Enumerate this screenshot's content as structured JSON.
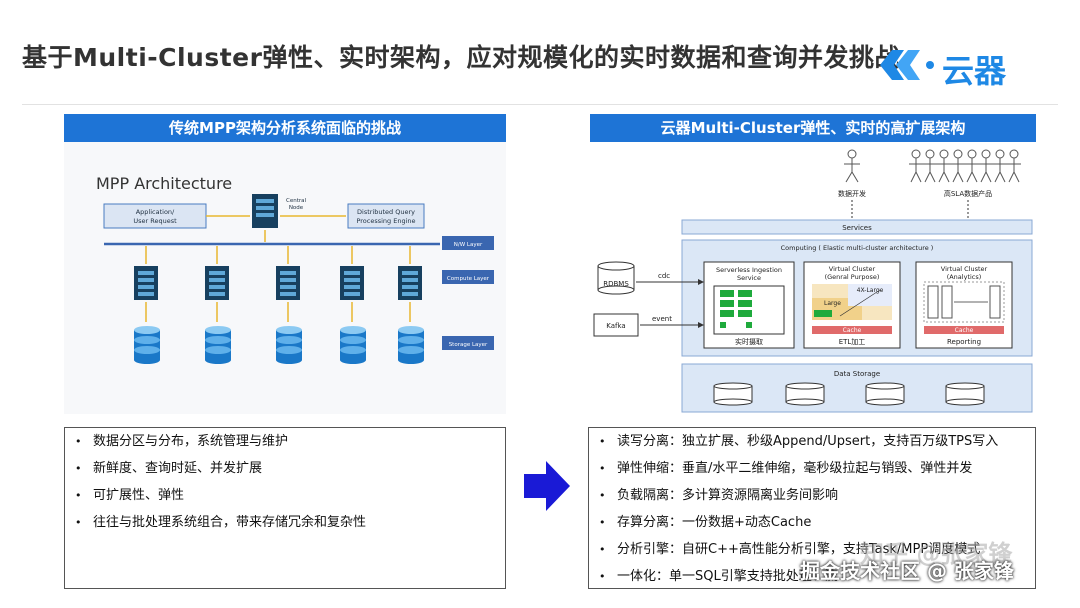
{
  "slide": {
    "title": "基于Multi-Cluster弹性、实时架构，应对规模化的实时数据和查询并发挑战",
    "logo_text": "云器"
  },
  "left": {
    "banner": "传统MPP架构分析系统面临的挑战",
    "diagram": {
      "heading": "MPP Architecture",
      "app_request": "Application/ User Request",
      "central_node": "Central Node",
      "distributed_engine": "Distributed Query Processing Engine",
      "nw_layer": "N/W Layer",
      "compute_layer": "Compute Layer",
      "storage_layer": "Storage Layer"
    },
    "bullets": [
      "数据分区与分布，系统管理与维护",
      "新鲜度、查询时延、并发扩展",
      "可扩展性、弹性",
      "往往与批处理系统组合，带来存储冗余和复杂性"
    ]
  },
  "right": {
    "banner": "云器Multi-Cluster弹性、实时的高扩展架构",
    "diagram": {
      "user_dev": "数据开发",
      "user_sla": "高SLA数据产品",
      "services": "Services",
      "computing": "Computing ( Elastic multi-cluster architecture )",
      "rdbms": "RDBMS",
      "kafka": "Kafka",
      "cdc": "cdc",
      "event": "event",
      "ingest_title": "Serverless Ingestion Service",
      "ingest_foot": "实时摄取",
      "vc1_title": "Virtual Cluster (Genral Purpose)",
      "vc1_4x": "4X-Large",
      "vc1_large": "Large",
      "vc1_cache": "Cache",
      "vc1_foot": "ETL加工",
      "vc2_title": "Virtual Cluster (Analytics)",
      "vc2_cache": "Cache",
      "vc2_foot": "Reporting",
      "data_storage": "Data Storage"
    },
    "bullets": [
      "读写分离：独立扩展、秒级Append/Upsert，支持百万级TPS写入",
      "弹性伸缩：垂直/水平二维伸缩，毫秒级拉起与销毁、弹性并发",
      "负载隔离：多计算资源隔离业务间影响",
      "存算分离：一份数据+动态Cache",
      "分析引擎：自研C++高性能分析引擎，支持Task/MPP调度模式",
      "一体化：单一SQL引擎支持批处理、流"
    ]
  },
  "watermark": {
    "line1": "知乎 @张家锋",
    "line2": "掘金技术社区 @ 张家锋"
  },
  "colors": {
    "banner": "#1e74d6",
    "arrow": "#1a1ad6",
    "logo": "#1e88e5",
    "node_dark": "#17405f",
    "node_green": "#1faa3c",
    "cache_red": "#e06a6a"
  }
}
